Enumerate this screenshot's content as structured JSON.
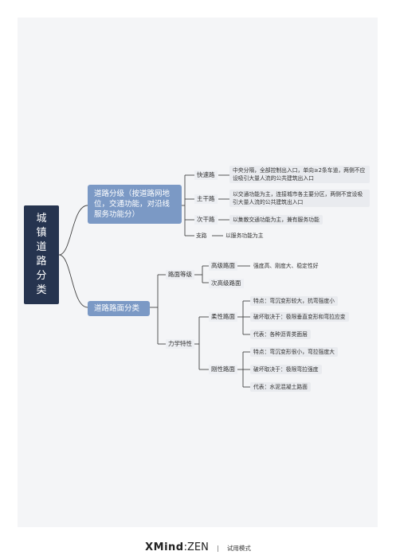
{
  "root": {
    "chars": [
      "城",
      "镇",
      "道",
      "路",
      "分",
      "类"
    ]
  },
  "branch1": {
    "label": "道路分级（按道路网地位，交通功能，对沿线服务功能分）",
    "items": [
      {
        "label": "快速路",
        "desc": "中央分隔，全部控制出入口，单向≥2条车道，两侧不应设吸引大量人流的公共建筑出入口"
      },
      {
        "label": "主干路",
        "desc": "以交通功能为主，连接城市各主要分区，两侧不宜设吸引大量人流的公共建筑出入口"
      },
      {
        "label": "次干路",
        "desc": "以集散交通功能为主，兼有服务功能"
      },
      {
        "label": "支路",
        "desc": "以服务功能为主"
      }
    ]
  },
  "branch2": {
    "label": "道路路面分类",
    "grade": {
      "label": "路面等级",
      "high": {
        "label": "高级路面",
        "desc": "强度高、刚度大、稳定性好"
      },
      "low": {
        "label": "次高级路面"
      }
    },
    "mech": {
      "label": "力学特性",
      "flexible": {
        "label": "柔性路面",
        "items": [
          "特点：弯沉变形较大，抗弯强度小",
          "破坏取决于：极限垂直变形和弯拉应变",
          "代表：各种沥青类面层"
        ]
      },
      "rigid": {
        "label": "刚性路面",
        "items": [
          "特点：弯沉变形很小，弯拉强度大",
          "破坏取决于：极限弯拉强度",
          "代表：水泥混凝土路面"
        ]
      }
    }
  },
  "footer": {
    "brand": "XMind",
    "zen": ":ZEN",
    "separator": "|",
    "mode": "试用模式"
  },
  "colors": {
    "root": "#26344f",
    "main": "#7b99c5",
    "line": "#444444"
  }
}
